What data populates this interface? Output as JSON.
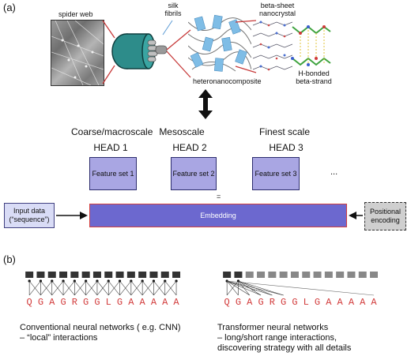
{
  "panel_a": {
    "label": "(a)",
    "spider_web": "spider web",
    "silk_fibrils": [
      "silk",
      "fibrils"
    ],
    "beta_sheet_nanocrystal": [
      "beta-sheet",
      "nanocrystal"
    ],
    "heteronanocomposite": "heteronanocomposite",
    "h_bonded": [
      "H-bonded",
      "beta-strand"
    ],
    "scales": [
      {
        "title": "Coarse/macroscale",
        "head": "HEAD 1",
        "feature": "Feature set 1"
      },
      {
        "title": "Mesoscale",
        "head": "HEAD 2",
        "feature": "Feature set 2"
      },
      {
        "title": "Finest scale",
        "head": "HEAD 3",
        "feature": "Feature set 3"
      }
    ],
    "ellipsis": "...",
    "equals_sign": "=",
    "input_box": [
      "Input data",
      "(“sequence”)"
    ],
    "embedding": "Embedding",
    "positional": [
      "Positional",
      "encoding"
    ]
  },
  "panel_b": {
    "label": "(b)",
    "sequence": [
      "Q",
      "G",
      "A",
      "G",
      "R",
      "G",
      "G",
      "L",
      "G",
      "A",
      "A",
      "A",
      "A",
      "A"
    ],
    "cnn_caption": [
      "Conventional neural networks ( e.g. CNN)",
      "– “local” interactions"
    ],
    "transformer_caption": [
      "Transformer neural networks",
      "– long/short range interactions,",
      "discovering strategy with all details"
    ],
    "transformer_ellipsis": "..."
  },
  "colors": {
    "feature_box": "#a9a6e3",
    "embedding_fill": "#6c68cf",
    "embedding_border": "#d24040",
    "sequence_text": "#d23b3b",
    "input_box": "#d9dcf6",
    "positional_box": "#cfcfcf"
  }
}
